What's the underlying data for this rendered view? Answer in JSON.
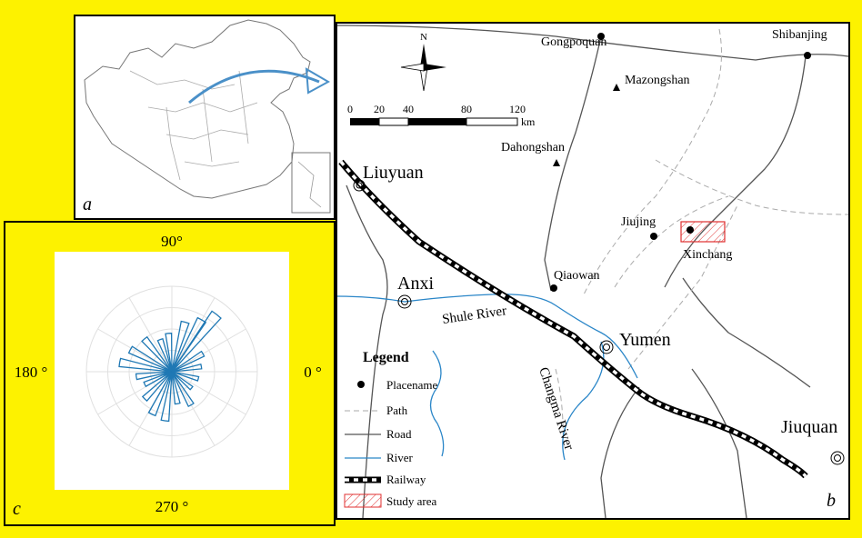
{
  "panel_labels": {
    "a": "a",
    "b": "b",
    "c": "c"
  },
  "rose": {
    "labels": {
      "deg90": "90°",
      "deg180": "180 °",
      "deg0": "0 °",
      "deg270": "270 °"
    },
    "color": "#1f78b4",
    "petals": [
      {
        "angle": 52,
        "length": 0.85
      },
      {
        "angle": 60,
        "length": 0.7
      },
      {
        "angle": 75,
        "length": 0.6
      },
      {
        "angle": 95,
        "length": 0.45
      },
      {
        "angle": 110,
        "length": 0.4
      },
      {
        "angle": 130,
        "length": 0.5
      },
      {
        "angle": 152,
        "length": 0.55
      },
      {
        "angle": 170,
        "length": 0.62
      },
      {
        "angle": 188,
        "length": 0.42
      },
      {
        "angle": 205,
        "length": 0.35
      },
      {
        "angle": 225,
        "length": 0.45
      },
      {
        "angle": 245,
        "length": 0.55
      },
      {
        "angle": 262,
        "length": 0.58
      },
      {
        "angle": 280,
        "length": 0.38
      },
      {
        "angle": 300,
        "length": 0.45
      },
      {
        "angle": 320,
        "length": 0.3
      },
      {
        "angle": 345,
        "length": 0.32
      },
      {
        "angle": 10,
        "length": 0.35
      },
      {
        "angle": 30,
        "length": 0.42
      }
    ]
  },
  "map": {
    "north": "N",
    "scale": {
      "ticks": [
        "0",
        "20",
        "40",
        "80",
        "120"
      ],
      "unit": "km"
    },
    "places": {
      "gongpoquan": "Gongpoquan",
      "shibanjing": "Shibanjing",
      "mazongshan": "Mazongshan",
      "dahongshan": "Dahongshan",
      "liuyuan": "Liuyuan",
      "jiujing": "Jiujing",
      "xinchang": "Xinchang",
      "anxi": "Anxi",
      "qiaowan": "Qiaowan",
      "yumen": "Yumen",
      "jiuquan": "Jiuquan",
      "shule_river": "Shule River",
      "changma_river": "Changma River"
    },
    "legend": {
      "title": "Legend",
      "items": [
        "Placename",
        "Path",
        "Road",
        "River",
        "Railway",
        "Study area"
      ]
    },
    "colors": {
      "river": "#2a86c8",
      "study_area": "#e03030",
      "path": "#aaaaaa"
    }
  }
}
